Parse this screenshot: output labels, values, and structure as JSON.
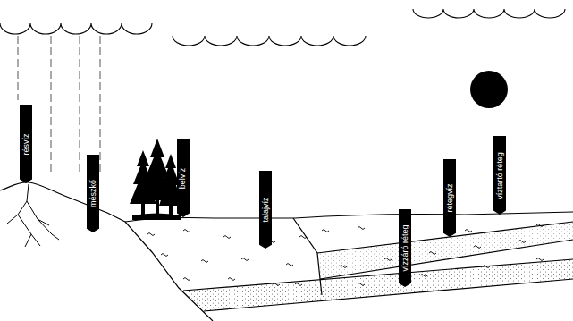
{
  "diagram": {
    "nodes": [
      {
        "text": [
          "résvíz"
        ]
      },
      {
        "text": [
          "mészkő"
        ]
      },
      {
        "text": [
          "belvíz"
        ]
      },
      {
        "text": [
          "talajvíz"
        ]
      },
      {
        "text": [
          "vízzáró réteg"
        ]
      },
      {
        "text": [
          "rétegvíz"
        ]
      },
      {
        "text": [
          "víztartó réteg"
        ]
      }
    ]
  }
}
